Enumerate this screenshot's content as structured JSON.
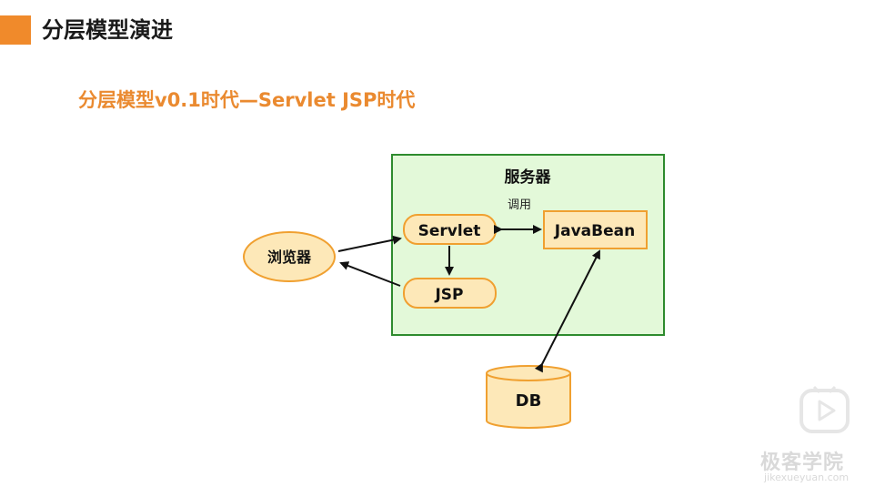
{
  "slide": {
    "title": "分层模型演进",
    "subtitle": "分层模型v0.1时代—Servlet JSP时代"
  },
  "diagram": {
    "server_label": "服务器",
    "call_label": "调用",
    "nodes": {
      "browser": "浏览器",
      "servlet": "Servlet",
      "javabean": "JavaBean",
      "jsp": "JSP",
      "db": "DB"
    }
  },
  "watermark": {
    "brand": "极客学院",
    "url": "jikexueyuan.com",
    "icon": "play-icon"
  },
  "colors": {
    "accent": "#f08a2b",
    "subtitle": "#ea8a30",
    "server_fill": "#e3f9d9",
    "server_border": "#2e8b2e",
    "node_fill": "#fde8b8",
    "node_border": "#f0a030"
  }
}
